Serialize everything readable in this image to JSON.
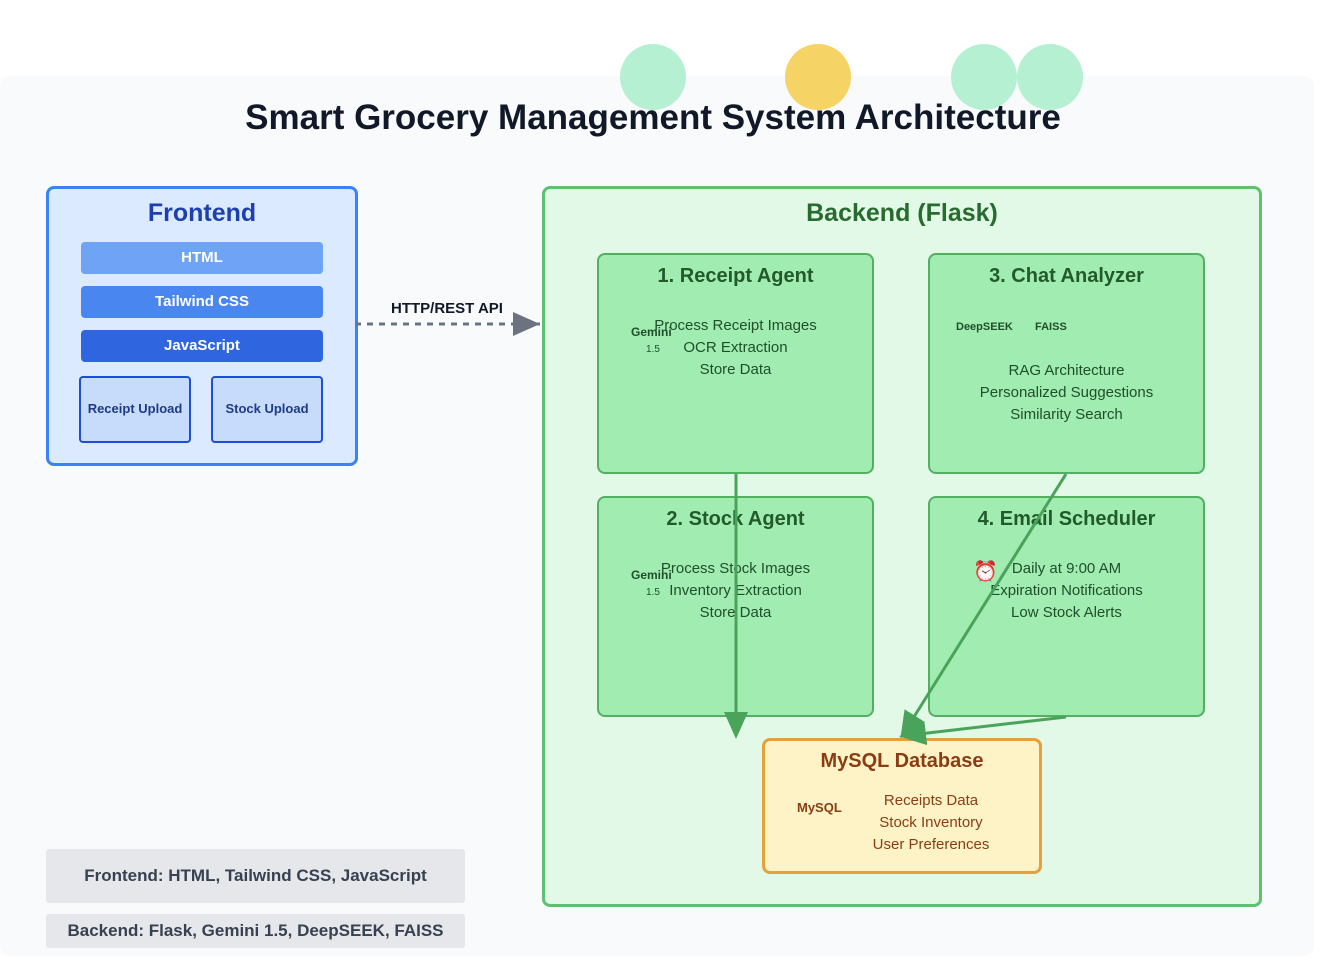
{
  "title": "Smart Grocery Management System Architecture",
  "colors": {
    "deco_green": "#b6f0d3",
    "deco_yellow": "#f5d365",
    "frontend_border": "#3b82f6",
    "backend_border": "#5ec16f",
    "database_border": "#e5a03a"
  },
  "frontend": {
    "title": "Frontend",
    "html_label": "HTML",
    "tailwind_label": "Tailwind CSS",
    "javascript_label": "JavaScript",
    "receipt_upload": "Receipt Upload",
    "stock_upload": "Stock Upload"
  },
  "connection": {
    "api_label": "HTTP/REST API"
  },
  "backend": {
    "title": "Backend (Flask)",
    "receipt_agent": {
      "title": "1. Receipt Agent",
      "model": "Gemini",
      "version": "1.5",
      "line1": "Process Receipt Images",
      "line2": "OCR Extraction",
      "line3": "Store Data"
    },
    "chat_analyzer": {
      "title": "3. Chat Analyzer",
      "logo1": "DeepSEEK",
      "logo2": "FAISS",
      "line1": "RAG Architecture",
      "line2": "Personalized Suggestions",
      "line3": "Similarity Search"
    },
    "stock_agent": {
      "title": "2. Stock Agent",
      "model": "Gemini",
      "version": "1.5",
      "line1": "Process Stock Images",
      "line2": "Inventory Extraction",
      "line3": "Store Data"
    },
    "email_scheduler": {
      "title": "4. Email Scheduler",
      "icon": "alarm-clock-icon",
      "icon_glyph": "⏰",
      "line1": "Daily at 9:00 AM",
      "line2": "Expiration Notifications",
      "line3": "Low Stock Alerts"
    },
    "database": {
      "title": "MySQL Database",
      "logo": "MySQL",
      "line1": "Receipts Data",
      "line2": "Stock Inventory",
      "line3": "User Preferences"
    }
  },
  "legend": {
    "frontend": "Frontend: HTML, Tailwind CSS, JavaScript",
    "backend": "Backend: Flask, Gemini 1.5, DeepSEEK, FAISS"
  }
}
